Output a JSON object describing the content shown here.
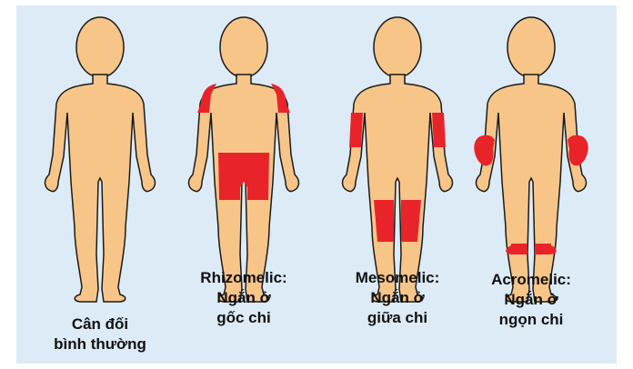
{
  "colors": {
    "background": "#dcebf6",
    "skin": "#f8c589",
    "outline": "#1a1a1a",
    "highlight": "#e8242a"
  },
  "figures": [
    {
      "id": "normal",
      "shortened_segment": "none",
      "label_lines": [
        "Cân đối",
        "bình thường"
      ]
    },
    {
      "id": "rhizomelic",
      "shortened_segment": "proximal",
      "label_lines": [
        "Rhizomelic:",
        "Ngắn ở",
        "gốc chi"
      ]
    },
    {
      "id": "mesomelic",
      "shortened_segment": "middle",
      "label_lines": [
        "Mesomelic:",
        "Ngắn ở",
        "giữa chi"
      ]
    },
    {
      "id": "acromelic",
      "shortened_segment": "distal",
      "label_lines": [
        "Acromelic:",
        "Ngắn ở",
        "ngọn chi"
      ]
    }
  ]
}
